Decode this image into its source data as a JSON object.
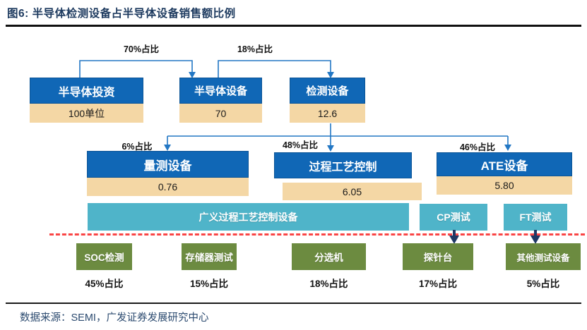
{
  "header": {
    "title": "图6:  半导体检测设备占半导体设备销售额比例"
  },
  "footer": {
    "source": "数据来源：SEMI，广发证券发展研究中心"
  },
  "colors": {
    "box_blue": "#1067b6",
    "value_tan": "#f4d7a5",
    "teal": "#4fb4c9",
    "green": "#6c8b40",
    "navy_arrow": "#1f3864",
    "dashed_red": "#fa4545",
    "title_navy": "#1d3a5f"
  },
  "flow": {
    "top_arrows": [
      {
        "label": "70%占比"
      },
      {
        "label": "18%占比"
      }
    ],
    "top_row": [
      {
        "label": "半导体投资",
        "value": "100单位"
      },
      {
        "label": "半导体设备",
        "value": "70"
      },
      {
        "label": "检测设备",
        "value": "12.6"
      }
    ],
    "mid_row": [
      {
        "share": "6%占比",
        "label": "量测设备",
        "value": "0.76"
      },
      {
        "share": "48%占比",
        "label": "过程工艺控制",
        "value": "6.05"
      },
      {
        "share": "46%占比",
        "label": "ATE设备",
        "value": "5.80"
      }
    ],
    "teal_row": [
      {
        "label": "广义过程工艺控制设备"
      },
      {
        "label": "CP测试"
      },
      {
        "label": "FT测试"
      }
    ],
    "bottom_row": [
      {
        "label": "SOC检测",
        "share": "45%占比"
      },
      {
        "label": "存储器测试",
        "share": "15%占比"
      },
      {
        "label": "分选机",
        "share": "18%占比"
      },
      {
        "label": "探针台",
        "share": "17%占比"
      },
      {
        "label": "其他测试设备",
        "share": "5%占比"
      }
    ]
  }
}
